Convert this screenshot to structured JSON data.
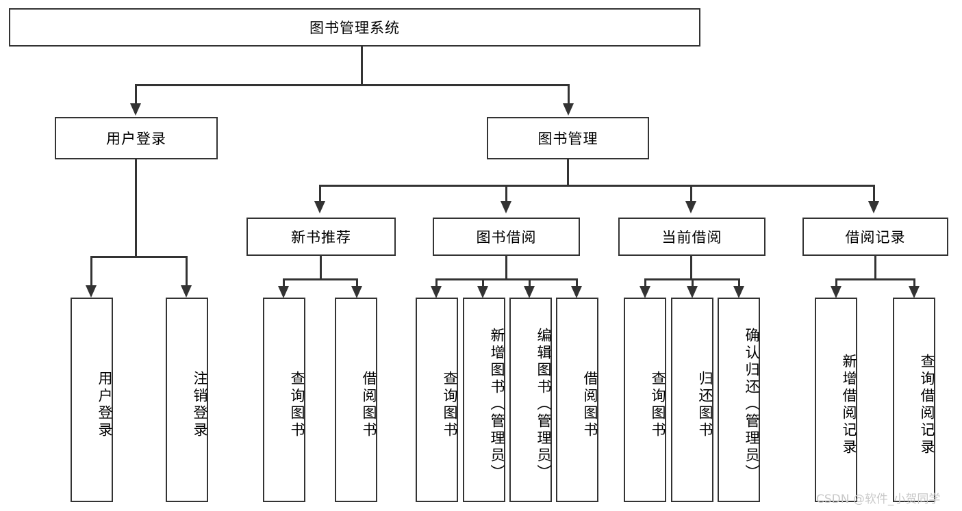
{
  "diagram": {
    "title": "图书管理系统",
    "watermark": "CSDN @软件_小贺同学",
    "colors": {
      "stroke": "#333333",
      "box_fill": "#ffffff",
      "text": "#000000",
      "watermark": "#c9c9c9",
      "background": "#ffffff"
    },
    "root": {
      "label": "图书管理系统"
    },
    "level2": [
      {
        "label": "用户登录"
      },
      {
        "label": "图书管理"
      }
    ],
    "level3": [
      {
        "label": "新书推荐"
      },
      {
        "label": "图书借阅"
      },
      {
        "label": "当前借阅"
      },
      {
        "label": "借阅记录"
      }
    ],
    "leaves": {
      "user_login": [
        {
          "label": "用户登录"
        },
        {
          "label": "注销登录"
        }
      ],
      "new_book": [
        {
          "label": "查询图书"
        },
        {
          "label": "借阅图书"
        }
      ],
      "book_borrow": [
        {
          "label": "查询图书"
        },
        {
          "label": "新增图书（管理员）"
        },
        {
          "label": "编辑图书（管理员）"
        },
        {
          "label": "借阅图书"
        }
      ],
      "current_borrow": [
        {
          "label": "查询图书"
        },
        {
          "label": "归还图书"
        },
        {
          "label": "确认归还（管理员）"
        }
      ],
      "borrow_record": [
        {
          "label": "新增借阅记录"
        },
        {
          "label": "查询借阅记录"
        }
      ]
    }
  }
}
